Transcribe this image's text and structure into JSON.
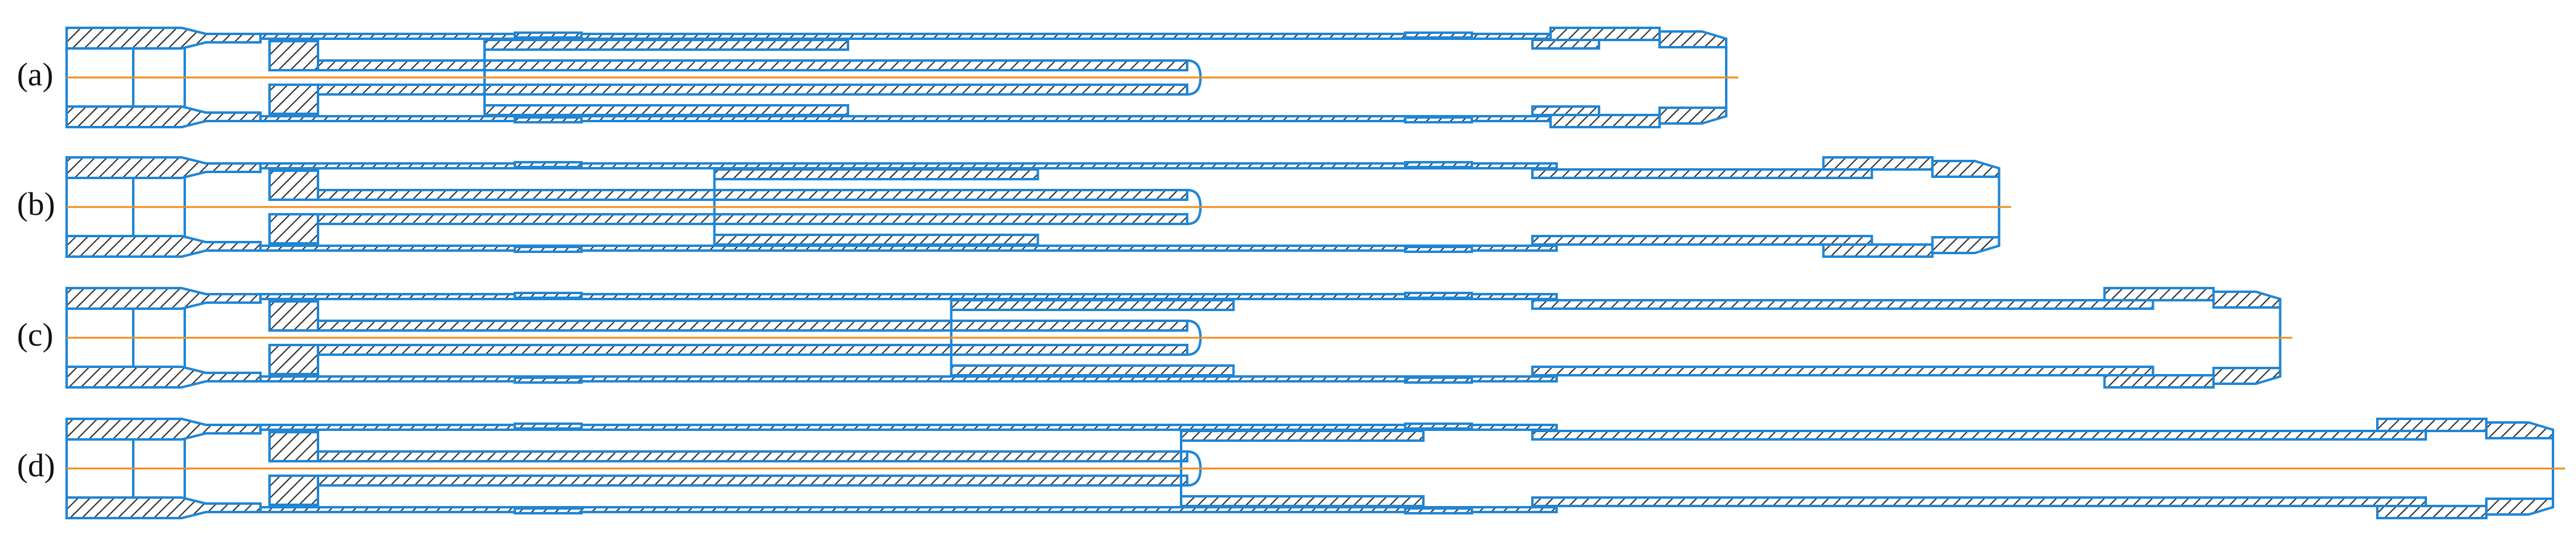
{
  "diagram": {
    "title": "",
    "colors": {
      "outline": "#1f86d6",
      "hatch": "#2a2a2a",
      "centerline": "#f08c1e",
      "background": "#ffffff"
    },
    "rows": [
      {
        "label": "(a)",
        "stroke_extension": 0.0
      },
      {
        "label": "(b)",
        "stroke_extension": 0.33
      },
      {
        "label": "(c)",
        "stroke_extension": 0.67
      },
      {
        "label": "(d)",
        "stroke_extension": 1.0
      }
    ]
  }
}
